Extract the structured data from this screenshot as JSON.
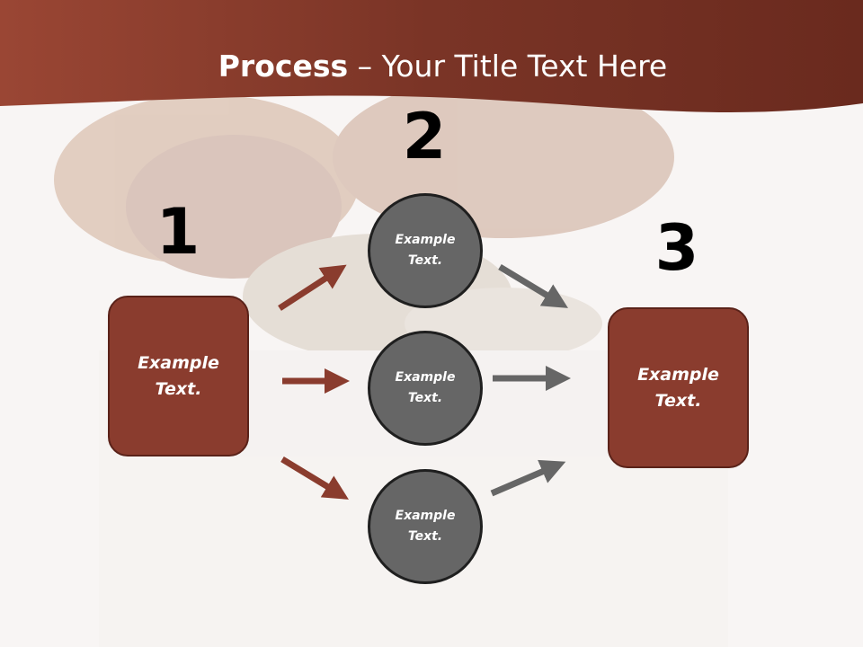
{
  "title": {
    "bold": "Process",
    "rest": " – Your Title Text Here"
  },
  "colors": {
    "header": "#7a3426",
    "box": "#8a3c2e",
    "circle": "#666666",
    "arrow_red": "#8a3c2e",
    "arrow_gray": "#666666"
  },
  "steps": {
    "one": {
      "number": "1",
      "text": "Example\nText."
    },
    "two": {
      "number": "2"
    },
    "three": {
      "number": "3",
      "text": "Example\nText."
    }
  },
  "circles": [
    {
      "text": "Example\nText."
    },
    {
      "text": "Example\nText."
    },
    {
      "text": "Example\nText."
    }
  ]
}
